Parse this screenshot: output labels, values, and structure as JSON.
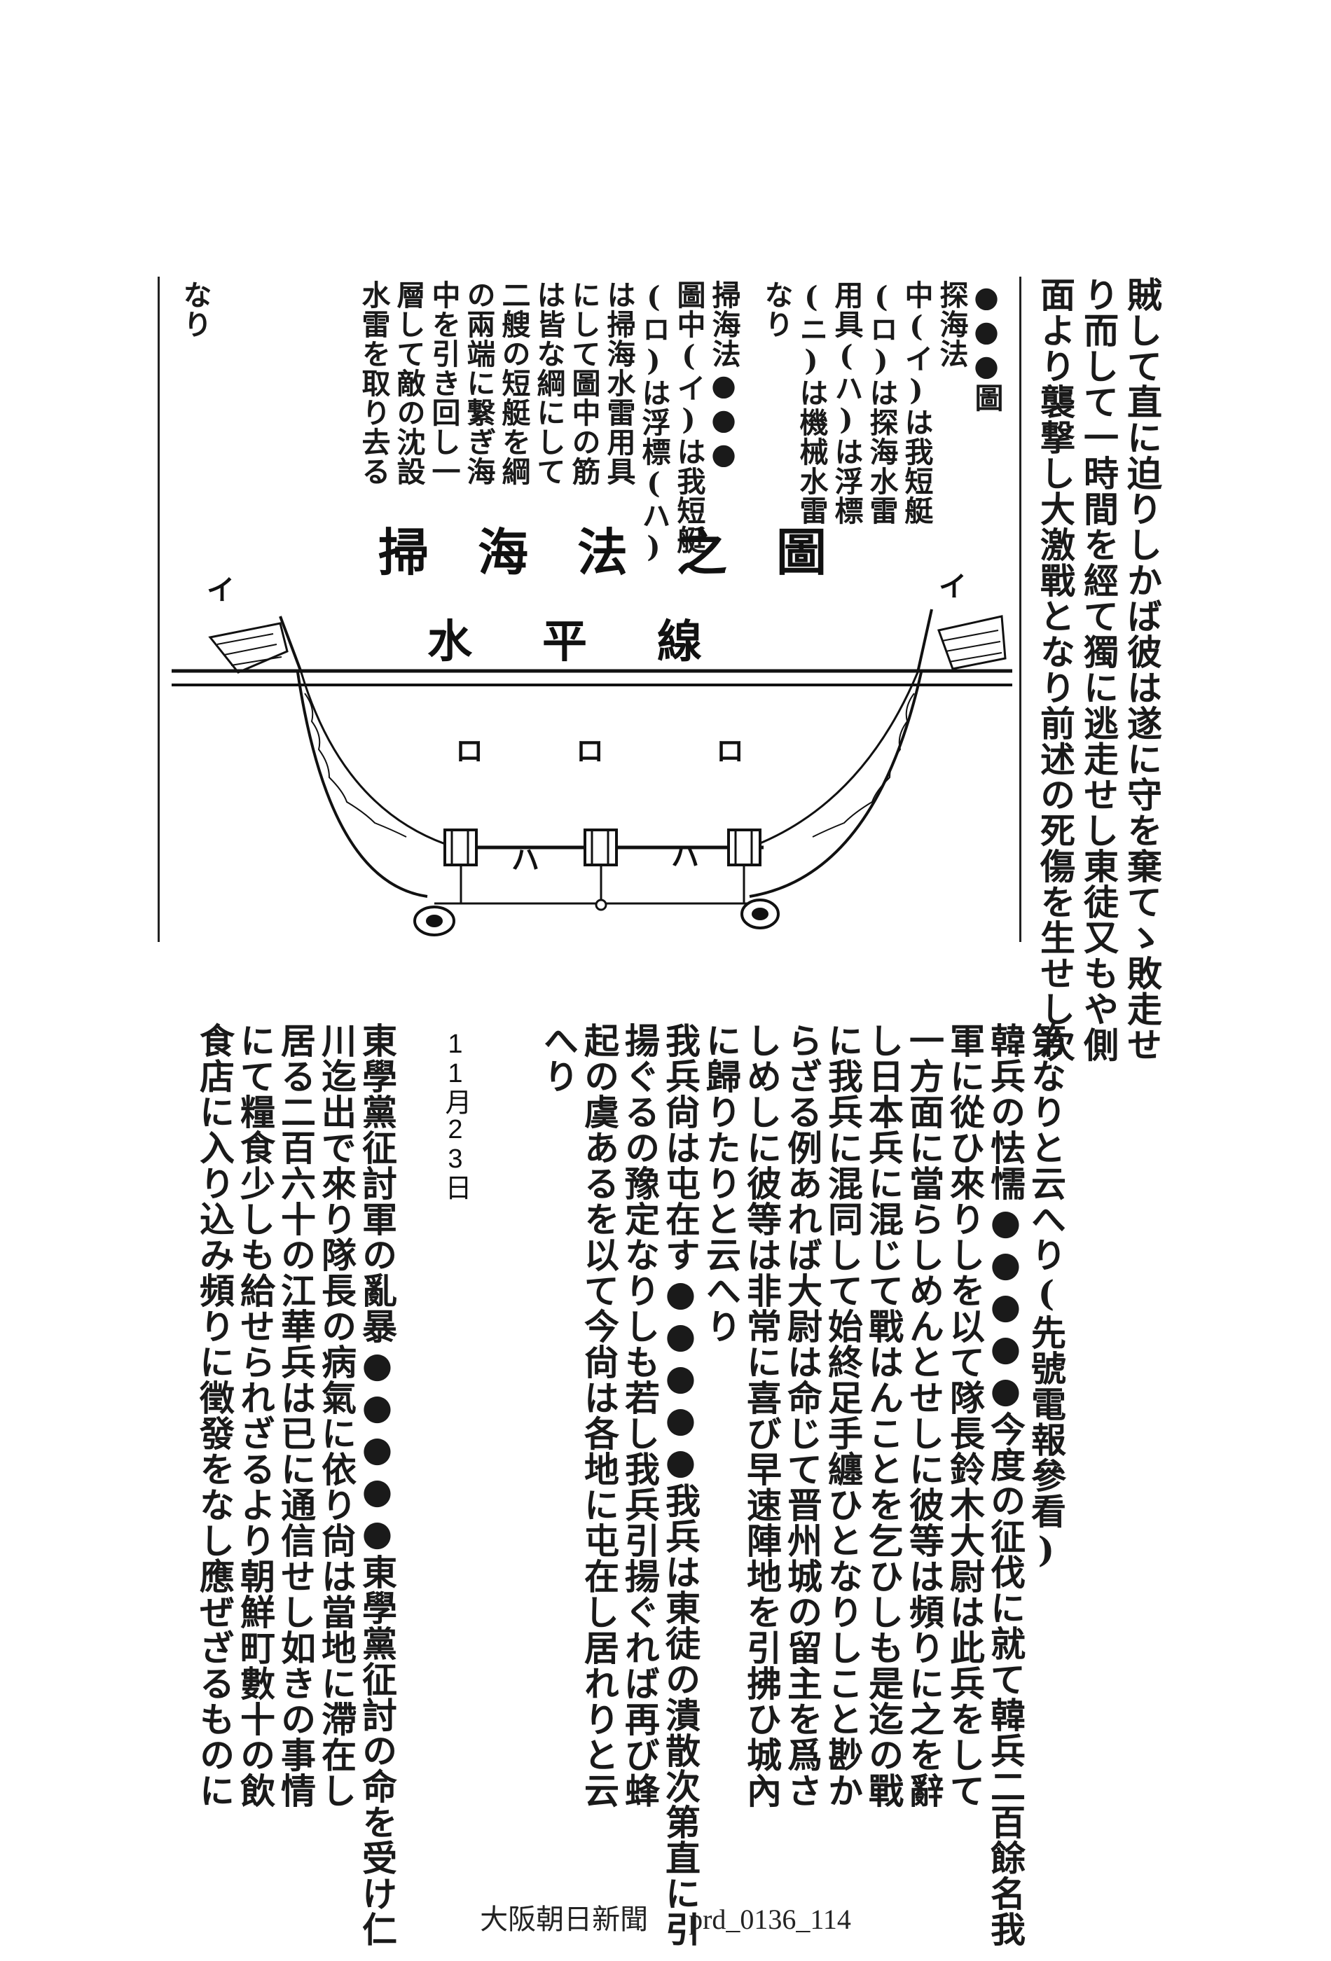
{
  "upper": {
    "columns": [
      "賊して直に迫りしかば彼は遂に守を棄てゝ敗走せ",
      "り而して一時間を經て獨に逃走せし東徒又もや側",
      "面より襲撃し大激戰となり前述の死傷を生せし次"
    ],
    "notes": [
      "●●●圖",
      "探海法",
      "中(イ)は我短艇",
      "(ロ)は探海水雷",
      "用具(ハ)は浮標",
      "(ニ)は機械水雷",
      "なり",
      "掃海法●●●",
      "圖中(イ)は我短艇",
      "(ロ)は浮標(ハ)",
      "は掃海水雷用具",
      "にして圖中の筋",
      "は皆な綱にして",
      "二艘の短艇を綱",
      "の兩端に繋ぎ海",
      "中を引き回し一",
      "層して敵の沈設",
      "水雷を取り去る",
      "なり"
    ]
  },
  "diagram": {
    "title": "掃海法之圖",
    "waterline": "水平線",
    "labels": {
      "i_left": "イ",
      "i_right": "イ",
      "ro_left": "ロ",
      "ro_center": "ロ",
      "ro_right": "ロ",
      "ha_left": "ハ",
      "ha_right": "ハ"
    }
  },
  "lower": {
    "columns_right": [
      "第なりと云へり(先號電報參看)",
      "韓兵の怯懦●●●●●今度の征伐に就て韓兵二百餘名我",
      "軍に從ひ來りしを以て隊長鈴木大尉は此兵をして",
      "一方面に當らしめんとせしに彼等は頻りに之を辭",
      "し日本兵に混じて戰はんことを乞ひしも是迄の戰",
      "に我兵に混同して始終足手纏ひとなりしこと尠か",
      "らざる例あれば大尉は命じて晋州城の留主を爲さ",
      "しめしに彼等は非常に喜び早速陣地を引拂ひ城內",
      "に歸りたりと云へり",
      "我兵尙は屯在す●●●●●我兵は東徒の潰散次第直に引",
      "揚ぐるの豫定なりしも若し我兵引揚ぐれば再び蜂",
      "起の虞あるを以て今尙は各地に屯在し居れりと云",
      "へり"
    ],
    "date": "11月23日",
    "columns_left": [
      "東學黨征討軍の亂暴●●●●●東學黨征討の命を受け仁",
      "川迄出で來り隊長の病氣に依り尙は當地に滯在し",
      "居る二百六十の江華兵は已に通信せし如きの事情",
      "にて糧食少しも給せられざるより朝鮮町數十の飲",
      "食店に入り込み頻りに徵發をなし應ぜざるものに"
    ]
  },
  "footer": {
    "source": "大阪朝日新聞",
    "id": "prd_0136_114"
  }
}
